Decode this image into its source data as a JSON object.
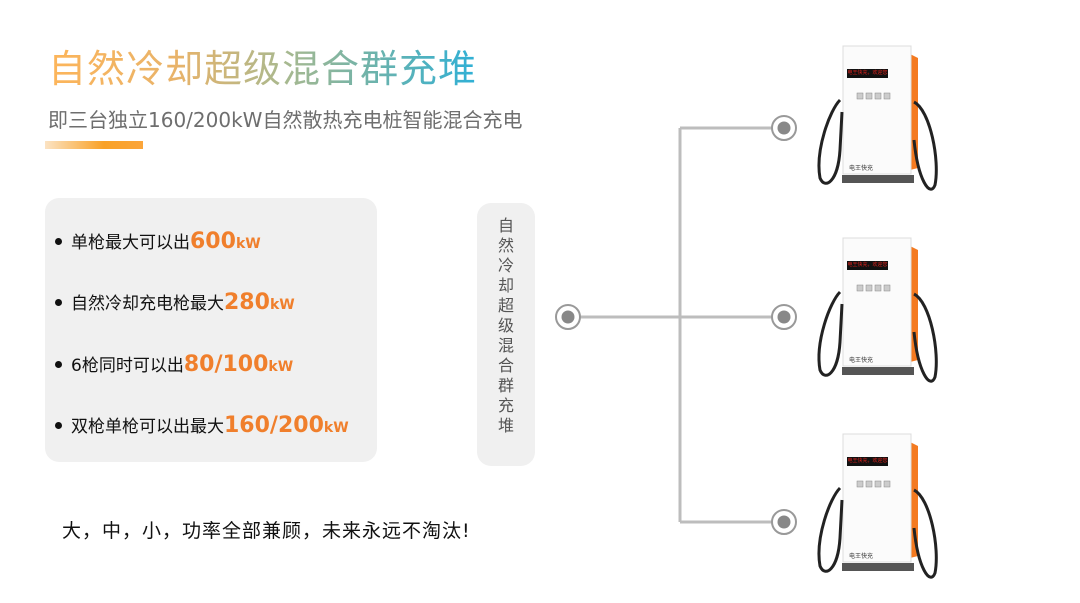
{
  "header": {
    "title": "自然冷却超级混合群充堆",
    "subtitle": "即三台独立160/200kW自然散热充电桩智能混合充电"
  },
  "features": [
    {
      "text": "单枪最大可以出",
      "value": "600",
      "unit": "kW"
    },
    {
      "text": "自然冷却充电枪最大",
      "value": "280",
      "unit": "kW"
    },
    {
      "text": "6枪同时可以出",
      "value": "80/100",
      "unit": "kW"
    },
    {
      "text": "双枪单枪可以出最大",
      "value": "160/200",
      "unit": "kW"
    }
  ],
  "tagline": "大，中，小，功率全部兼顾，未来永远不淘汰!",
  "stack_label": "自然冷却超级混合群充堆",
  "charger": {
    "screen_text": "电王快充，欢迎您",
    "brand": "电王快充"
  },
  "colors": {
    "accent": "#f07f2c",
    "panel": "#f0f0f0",
    "wire": "#bdbdbd",
    "charger_side": "#f47a20"
  }
}
